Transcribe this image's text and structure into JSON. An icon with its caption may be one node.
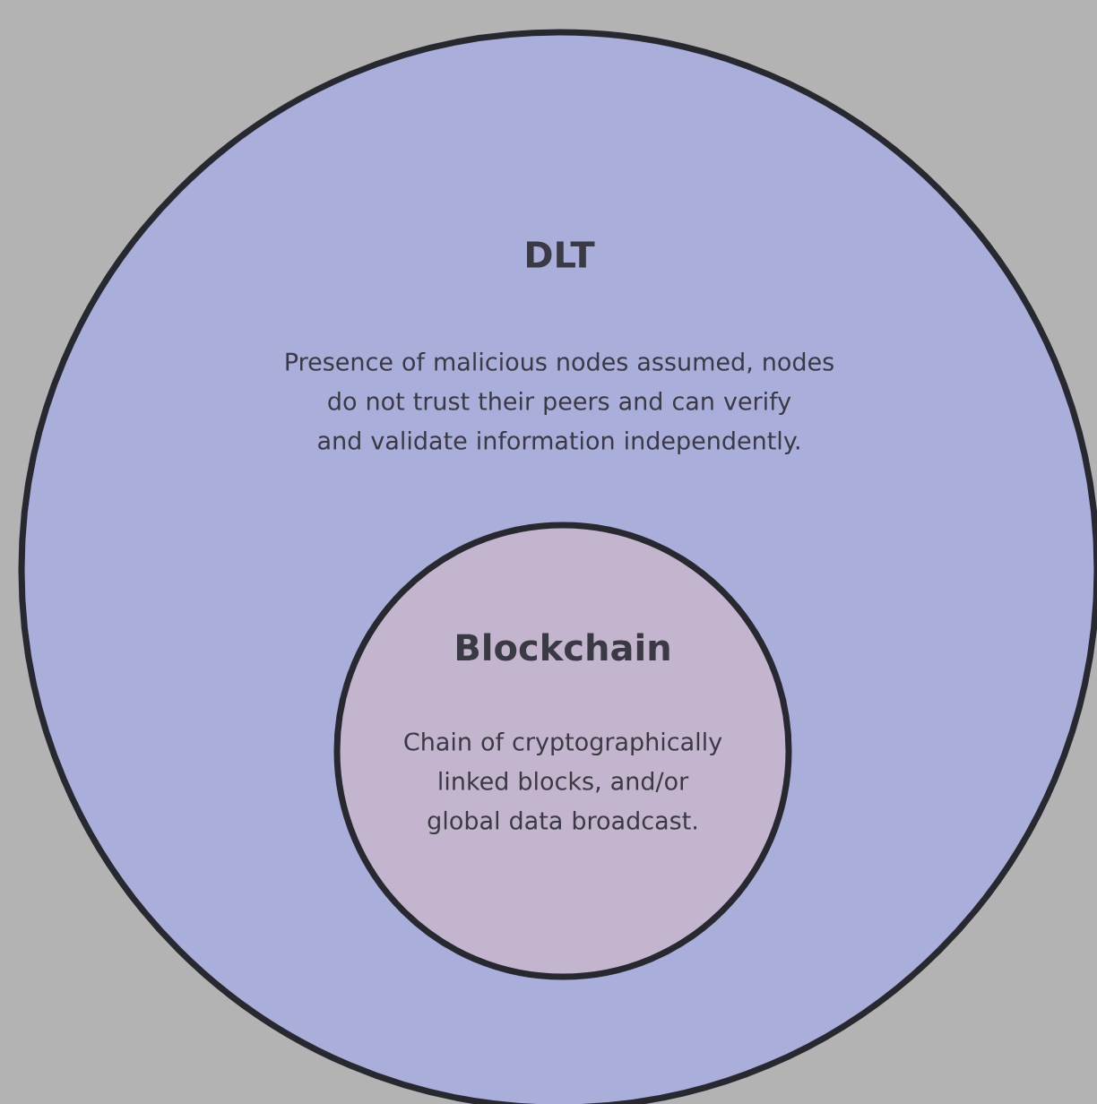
{
  "diagram": {
    "nodes": [
      {
        "text": [
          "DLT",
          "Presence of malicious nodes assumed, nodes do not trust their peers and can verify and validate information independently."
        ]
      },
      {
        "text": [
          "Blockchain",
          "Chain of cryptographically linked blocks, and/or global data broadcast."
        ],
        "in": 0
      }
    ]
  }
}
